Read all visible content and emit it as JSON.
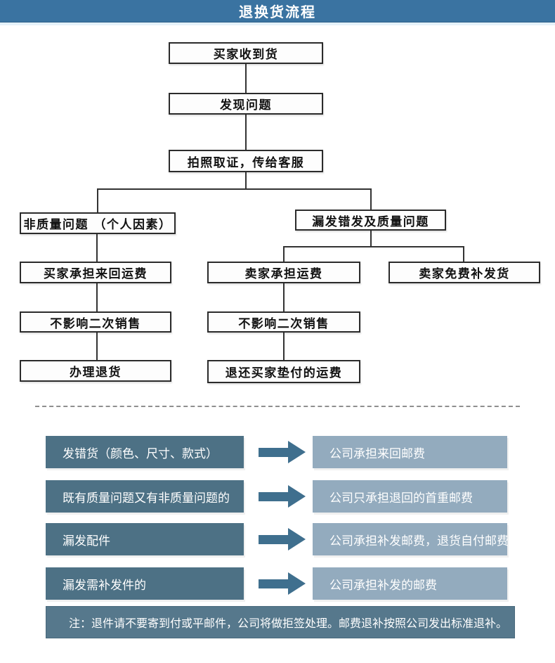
{
  "header": {
    "title": "退换货流程"
  },
  "flowchart": {
    "nodes": {
      "receive": "买家收到货",
      "find_problem": "发现问题",
      "photo_evidence": "拍照取证，传给客服",
      "non_quality": "非质量问题 （个人因素）",
      "quality_issue": "漏发错发及质量问题",
      "buyer_pays_shipping": "买家承担来回运费",
      "seller_pays_shipping": "卖家承担运费",
      "seller_reships_free": "卖家免费补发货",
      "no_resale_impact_left": "不影响二次销售",
      "no_resale_impact_mid": "不影响二次销售",
      "process_return": "办理退货",
      "refund_advanced_shipping": "退还买家垫付的运费"
    }
  },
  "policy_table": {
    "rows": [
      {
        "condition": "发错货（颜色、尺寸、款式）",
        "result": "公司承担来回邮费"
      },
      {
        "condition": "既有质量问题又有非质量问题的",
        "result": "公司只承担退回的首重邮费"
      },
      {
        "condition": "漏发配件",
        "result": "公司承担补发邮费，退货自付邮费"
      },
      {
        "condition": "漏发需补发件的",
        "result": "公司承担补发的邮费"
      }
    ],
    "note": "注：退件请不要寄到付或平邮件，公司将做拒签处理。邮费退补按照公司发出标准退补。"
  },
  "colors": {
    "header_bg": "#3a73a1",
    "condition_box_bg": "#4d7185",
    "result_box_bg": "#93abbe",
    "arrow": "#3f6f8e",
    "note_bg": "#56788c",
    "flow_box_border": "#2b2b2b"
  }
}
